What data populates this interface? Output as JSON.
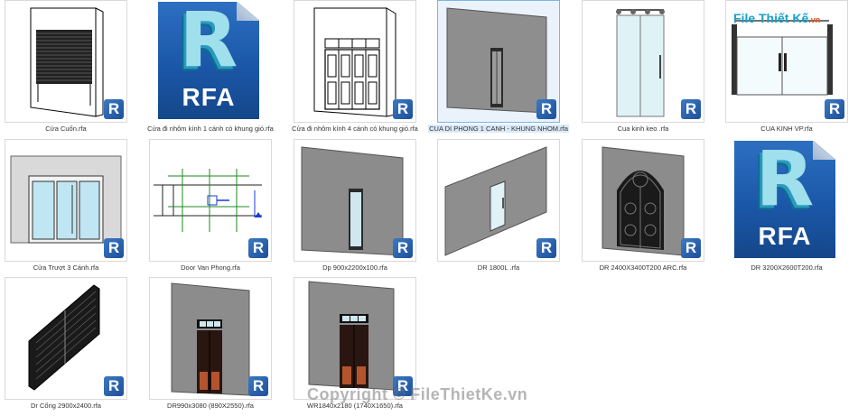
{
  "badge_letter": "R",
  "rfa_icon_text": "RFA",
  "watermark": {
    "logo_main": "File Thiết Kế",
    "logo_suffix": ".vn",
    "copyright": "Copyright © FileThietKe.vn"
  },
  "files": [
    {
      "name": "Cửa Cuốn.rfa",
      "icon": "rolling-door-icon"
    },
    {
      "name": "Cửa đi nhôm kính 1 cánh có khung gió.rfa",
      "icon": "rfa-file-icon"
    },
    {
      "name": "Cửa đi nhôm kính 4 cánh có khung gió.rfa",
      "icon": "four-panel-door-icon"
    },
    {
      "name": "CUA DI PHONG 1 CANH - KHUNG NHOM.rfa",
      "icon": "single-door-wall-icon",
      "selected": true
    },
    {
      "name": "Cua kinh keo .rfa",
      "icon": "sliding-glass-door-icon"
    },
    {
      "name": "CUA KINH VP.rfa",
      "icon": "office-glass-door-icon"
    },
    {
      "name": "Cửa Trượt 3 Cánh.rfa",
      "icon": "three-panel-sliding-door-icon"
    },
    {
      "name": "Door Van Phong.rfa",
      "icon": "door-plan-view-icon"
    },
    {
      "name": "Dp 900x2200x100.rfa",
      "icon": "glass-door-wall-icon"
    },
    {
      "name": "DR 1800L .rfa",
      "icon": "door-angled-wall-icon"
    },
    {
      "name": "DR 2400X3400T200 ARC.rfa",
      "icon": "arched-door-icon"
    },
    {
      "name": "DR 3200X2600T200.rfa",
      "icon": "rfa-file-icon"
    },
    {
      "name": "Dr Cổng 2900x2400.rfa",
      "icon": "gate-icon"
    },
    {
      "name": "DR990x3080 (890X2550).rfa",
      "icon": "double-wooden-door-icon"
    },
    {
      "name": "WR1840x2180 (1740X1650).rfa",
      "icon": "double-wooden-door-wall-icon"
    }
  ]
}
